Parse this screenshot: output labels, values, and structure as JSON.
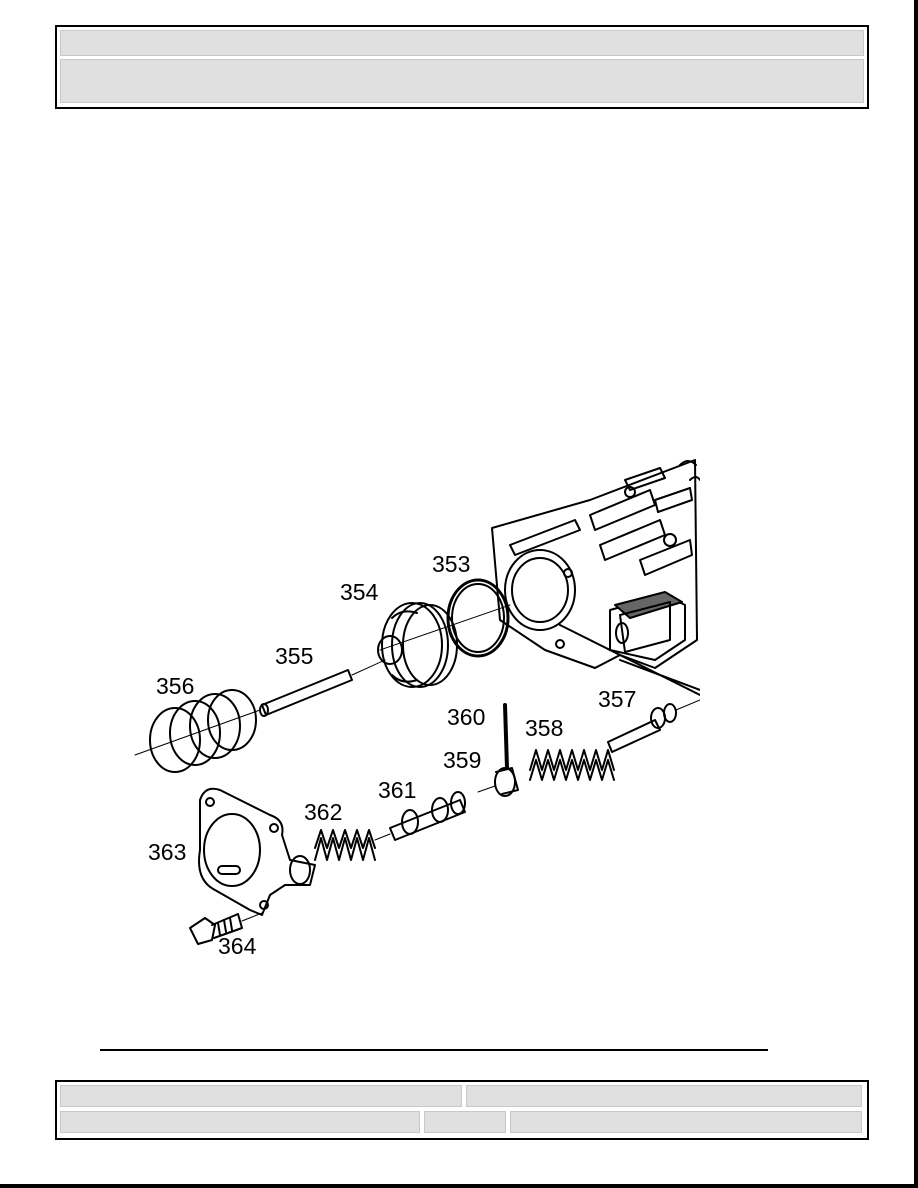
{
  "header": {
    "title": "",
    "subtitle": ""
  },
  "figure": {
    "callouts": [
      "353",
      "354",
      "355",
      "356",
      "357",
      "358",
      "359",
      "360",
      "361",
      "362",
      "363",
      "364"
    ]
  },
  "footer": {
    "left_top": "",
    "right_top": "",
    "left_bottom": "",
    "middle_bottom": "",
    "right_bottom": ""
  }
}
